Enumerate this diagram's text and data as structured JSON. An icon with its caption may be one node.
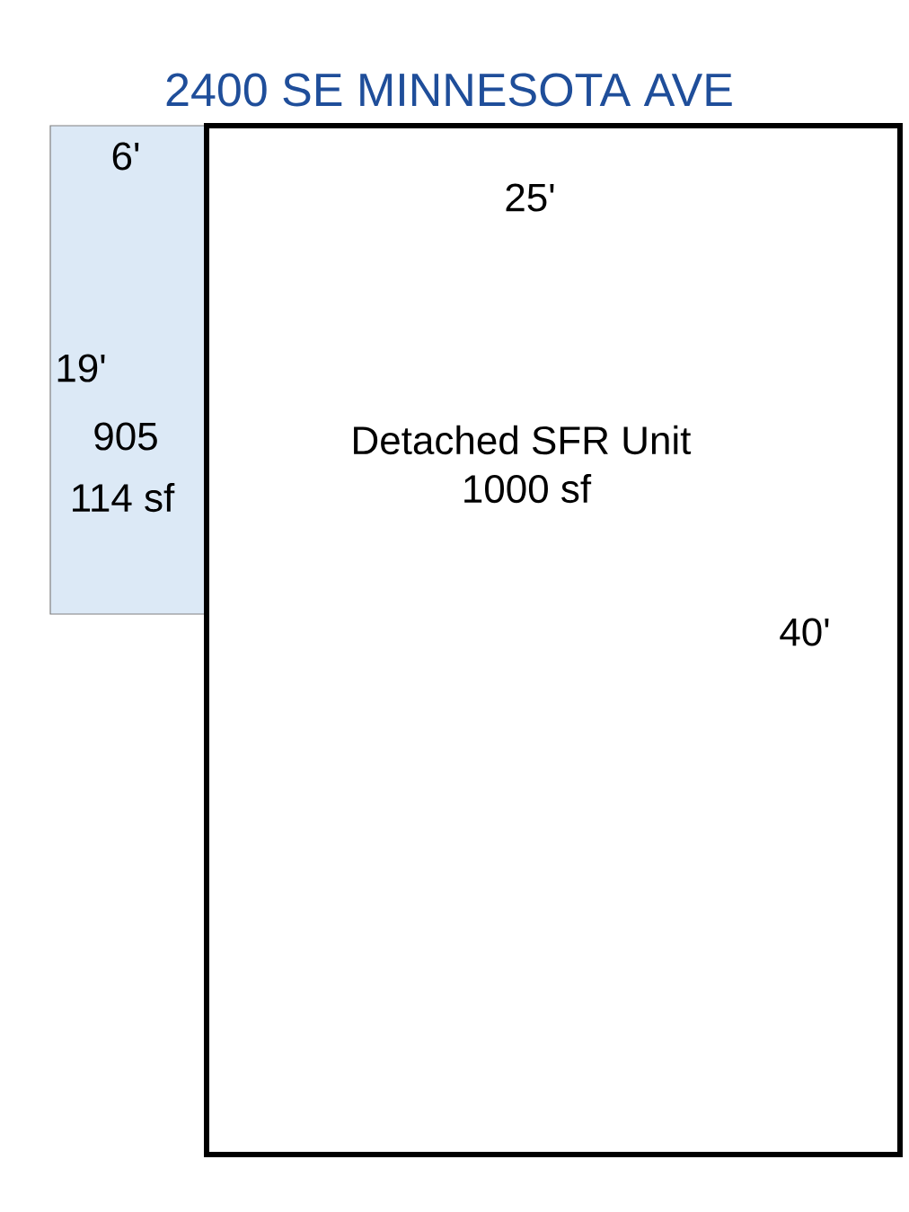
{
  "diagram": {
    "title": "2400 SE MINNESOTA AVE",
    "nodes": [
      {
        "text": [
          "905",
          "114 sf"
        ]
      },
      {
        "text": [
          "Detached SFR Unit",
          "1000 sf"
        ]
      }
    ],
    "labels": [
      "6'",
      "25'",
      "19'",
      "40'"
    ]
  }
}
